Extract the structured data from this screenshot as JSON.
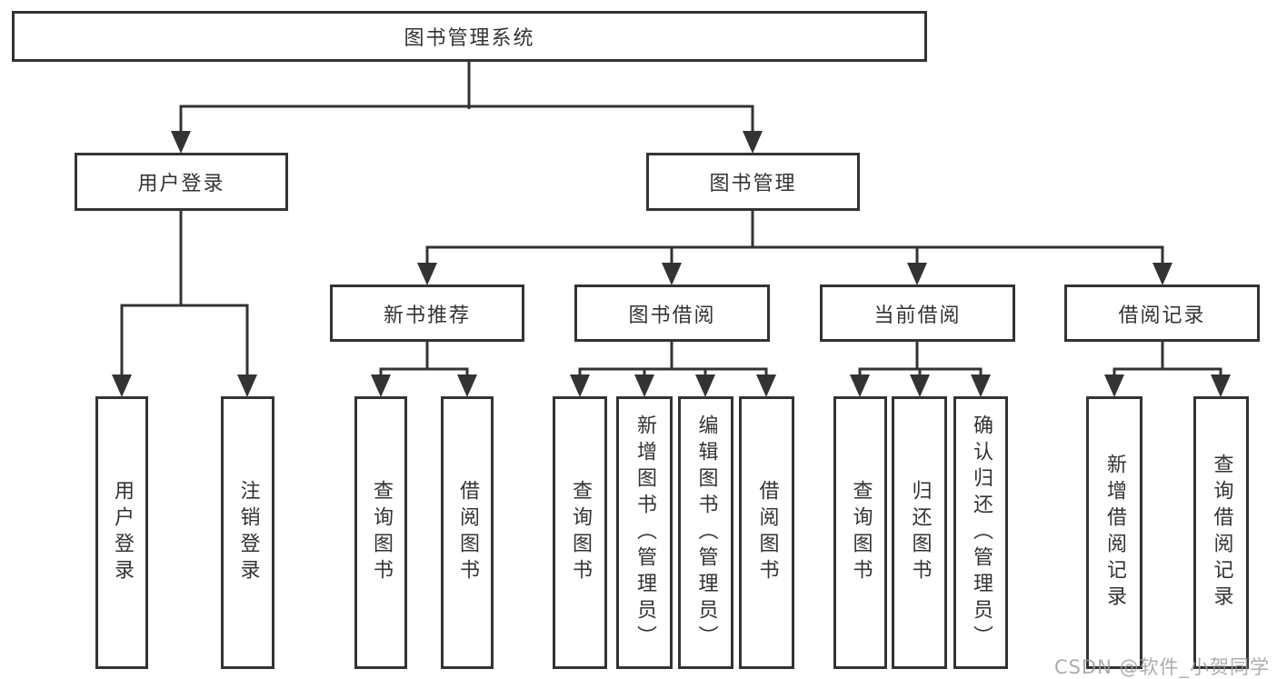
{
  "tree": {
    "root": {
      "label": "图书管理系统"
    },
    "children": [
      {
        "label": "用户登录",
        "children": [
          {
            "label": "用户登录"
          },
          {
            "label": "注销登录"
          }
        ]
      },
      {
        "label": "图书管理",
        "children": [
          {
            "label": "新书推荐",
            "children": [
              {
                "label": "查询图书"
              },
              {
                "label": "借阅图书"
              }
            ]
          },
          {
            "label": "图书借阅",
            "children": [
              {
                "label": "查询图书"
              },
              {
                "label": "新增图书（管理员）"
              },
              {
                "label": "编辑图书（管理员）"
              },
              {
                "label": "借阅图书"
              }
            ]
          },
          {
            "label": "当前借阅",
            "children": [
              {
                "label": "查询图书"
              },
              {
                "label": "归还图书"
              },
              {
                "label": "确认归还（管理员）"
              }
            ]
          },
          {
            "label": "借阅记录",
            "children": [
              {
                "label": "新增借阅记录"
              },
              {
                "label": "查询借阅记录"
              }
            ]
          }
        ]
      }
    ]
  },
  "watermark": {
    "text": "CSDN @软件_小贺同学"
  },
  "colors": {
    "line": "#333333",
    "box_border": "#333333",
    "text": "#333333",
    "watermark": "#9e9e9e",
    "background": "#ffffff"
  }
}
